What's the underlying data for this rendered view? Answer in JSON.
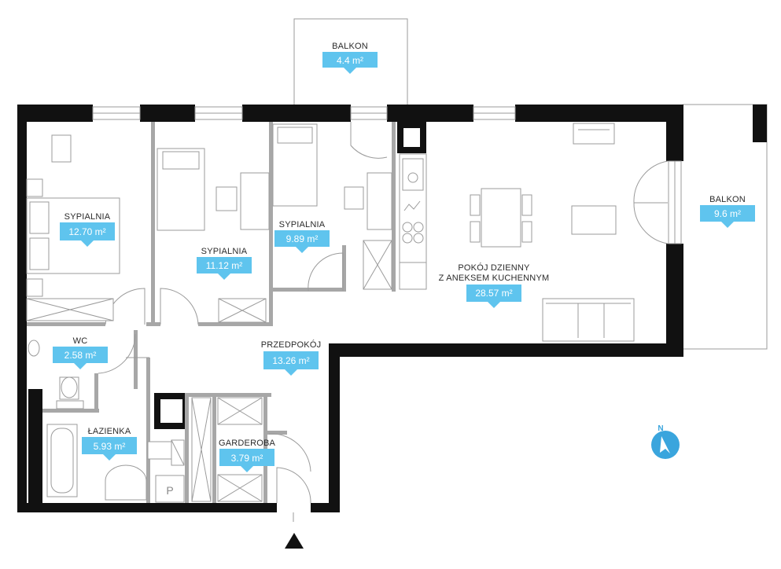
{
  "rooms": {
    "balkon_top": {
      "name": "BALKON",
      "area": "4.4 m²"
    },
    "sypialnia_1": {
      "name": "SYPIALNIA",
      "area": "12.70 m²"
    },
    "sypialnia_2": {
      "name": "SYPIALNIA",
      "area": "11.12 m²"
    },
    "sypialnia_3": {
      "name": "SYPIALNIA",
      "area": "9.89 m²"
    },
    "pokoj_dzienny": {
      "name_line1": "POKÓJ DZIENNY",
      "name_line2": "Z ANEKSEM KUCHENNYM",
      "area": "28.57 m²"
    },
    "balkon_right": {
      "name": "BALKON",
      "area": "9.6 m²"
    },
    "wc": {
      "name": "WC",
      "area": "2.58 m²"
    },
    "przedpokoj": {
      "name": "PRZEDPOKÓJ",
      "area": "13.26 m²"
    },
    "lazienka": {
      "name": "ŁAZIENKA",
      "area": "5.93 m²"
    },
    "garderoba": {
      "name": "GARDEROBA",
      "area": "3.79 m²"
    }
  },
  "fixtures": {
    "parking_symbol": "P"
  },
  "compass": {
    "letter": "N"
  },
  "colors": {
    "label_blue": "#5fc4ee",
    "wall": "#111111",
    "partition": "#a7a7a7",
    "compass": "#3aa5dd"
  }
}
